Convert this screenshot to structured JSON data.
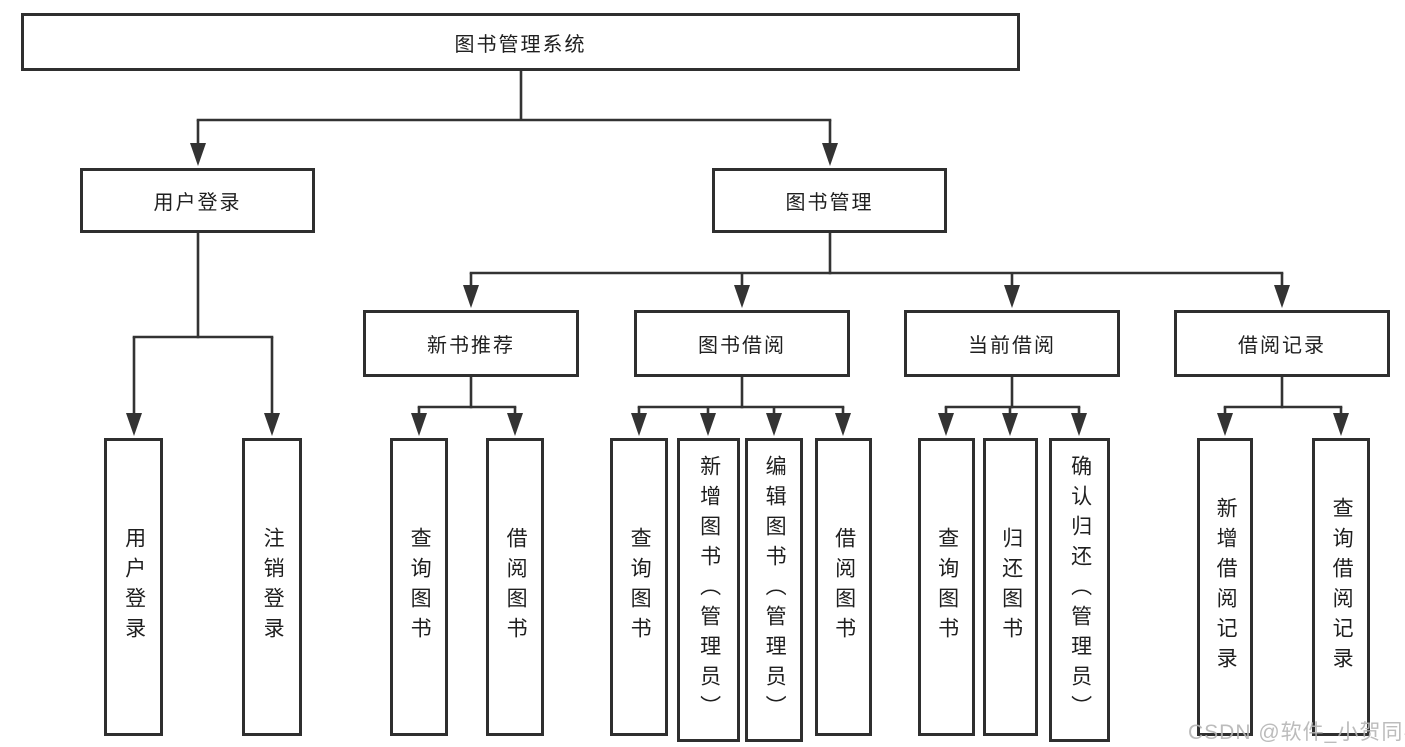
{
  "colors": {
    "line": "#333333",
    "box_border": "#2f2f2f",
    "text": "#1f1f1f",
    "watermark": "#b5b5b5",
    "background": "#ffffff"
  },
  "tree": {
    "root": "图书管理系统",
    "user_login": {
      "label": "用户登录",
      "children": {
        "login": "用户登录",
        "logout": "注销登录"
      }
    },
    "book_mgmt": {
      "label": "图书管理",
      "children": {
        "new_book": {
          "label": "新书推荐",
          "children": {
            "query": "查询图书",
            "borrow": "借阅图书"
          }
        },
        "borrow": {
          "label": "图书借阅",
          "children": {
            "query": "查询图书",
            "add": "新增图书（管理员）",
            "edit": "编辑图书（管理员）",
            "borrow": "借阅图书"
          }
        },
        "current": {
          "label": "当前借阅",
          "children": {
            "query": "查询图书",
            "return": "归还图书",
            "confirm": "确认归还（管理员）"
          }
        },
        "records": {
          "label": "借阅记录",
          "children": {
            "add": "新增借阅记录",
            "query": "查询借阅记录"
          }
        }
      }
    }
  },
  "watermark": {
    "text": "CSDN @软件_小贺同学"
  }
}
